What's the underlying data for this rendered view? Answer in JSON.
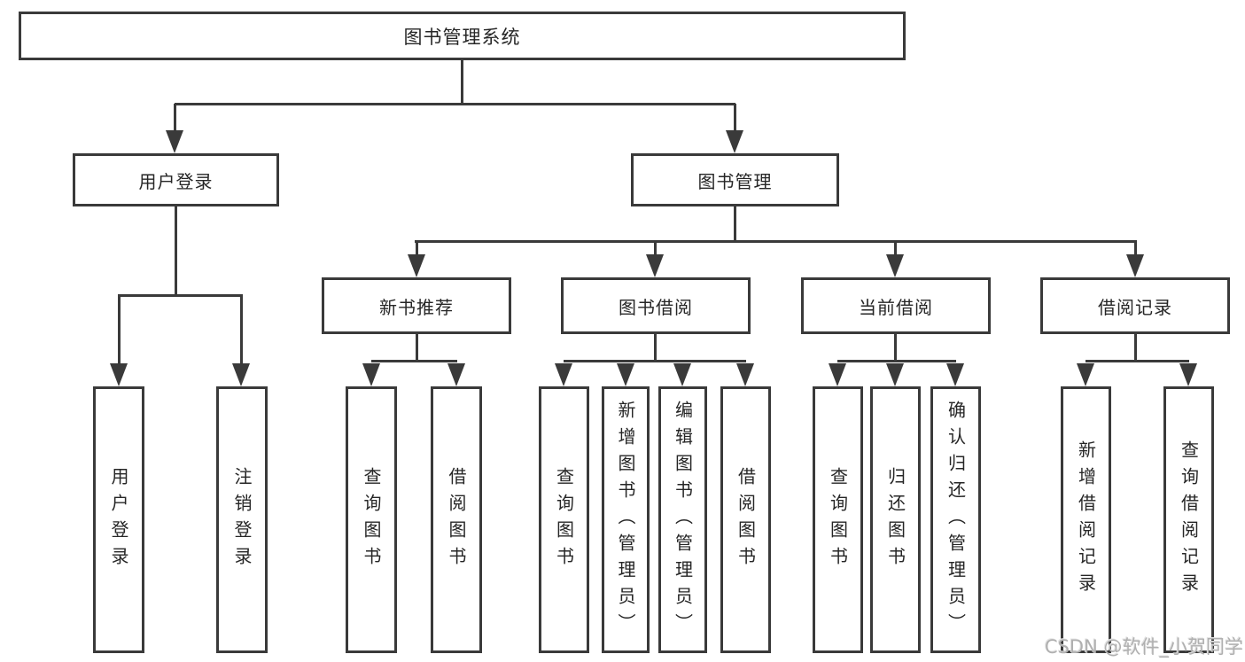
{
  "colors": {
    "line": "#3a3a3a",
    "text": "#262626",
    "watermark": "#b0b0b0",
    "background": "#ffffff"
  },
  "watermark": {
    "text": "CSDN @软件_小贺同学"
  },
  "tree": {
    "label": "图书管理系统",
    "children": [
      {
        "label": "用户登录",
        "children": [
          {
            "label": "用户登录"
          },
          {
            "label": "注销登录"
          }
        ]
      },
      {
        "label": "图书管理",
        "children": [
          {
            "label": "新书推荐",
            "children": [
              {
                "label": "查询图书"
              },
              {
                "label": "借阅图书"
              }
            ]
          },
          {
            "label": "图书借阅",
            "children": [
              {
                "label": "查询图书"
              },
              {
                "label": "新增图书（管理员）"
              },
              {
                "label": "编辑图书（管理员）"
              },
              {
                "label": "借阅图书"
              }
            ]
          },
          {
            "label": "当前借阅",
            "children": [
              {
                "label": "查询图书"
              },
              {
                "label": "归还图书"
              },
              {
                "label": "确认归还（管理员）"
              }
            ]
          },
          {
            "label": "借阅记录",
            "children": [
              {
                "label": "新增借阅记录"
              },
              {
                "label": "查询借阅记录"
              }
            ]
          }
        ]
      }
    ]
  }
}
